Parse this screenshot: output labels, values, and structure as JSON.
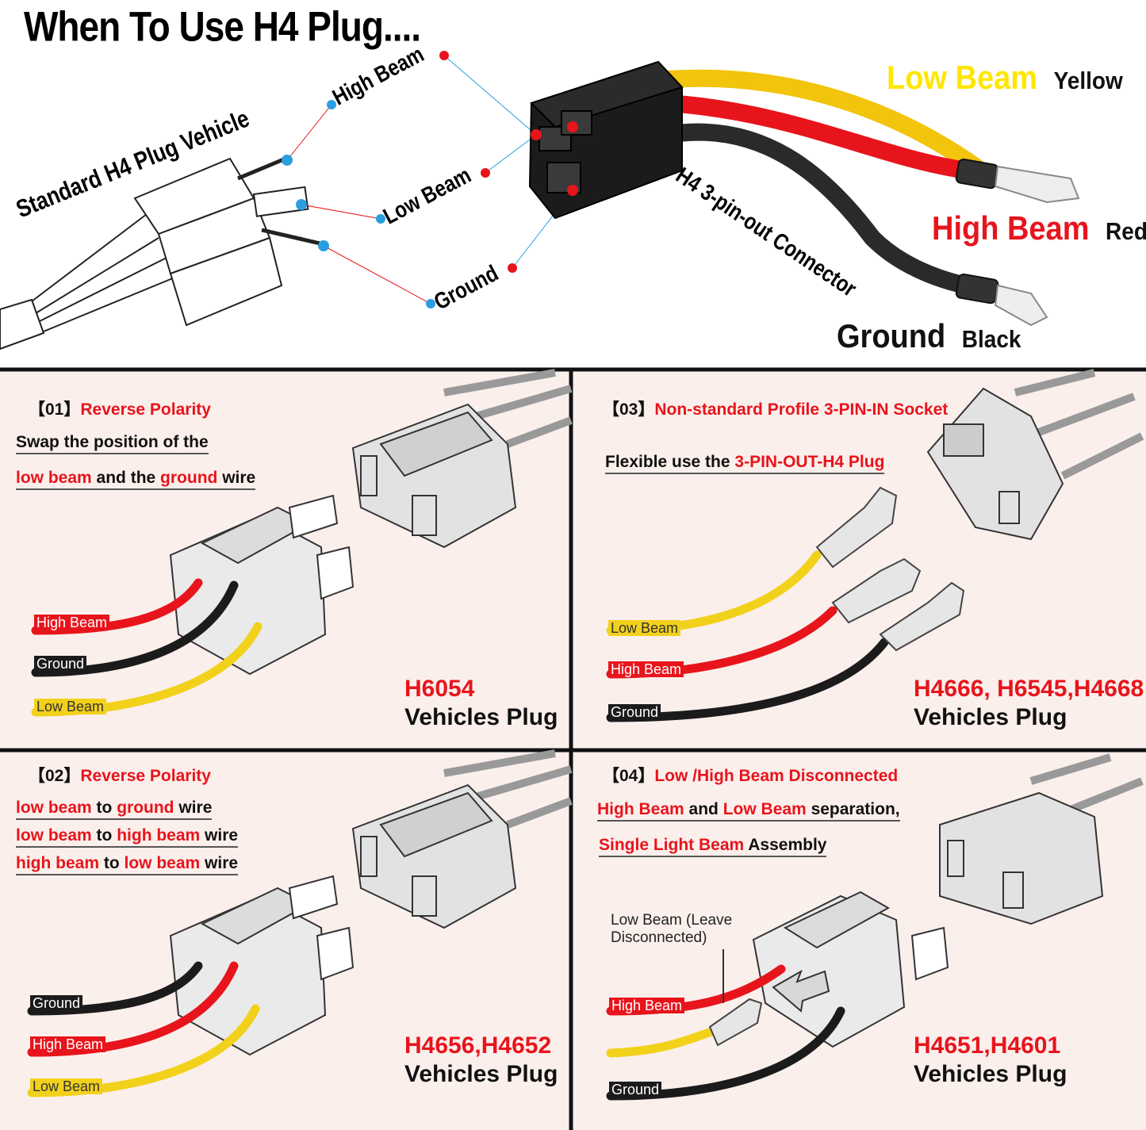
{
  "title": "When To Use H4 Plug....",
  "top": {
    "vehicle_label": "Standard H4 Plug Vehicle",
    "pin_labels": {
      "high": "High Beam",
      "low": "Low Beam",
      "ground": "Ground"
    },
    "connector_label": "H4  3-pin-out Connector",
    "wires": [
      {
        "name": "Low Beam",
        "color_name": "Yellow",
        "color": "#f2c40c"
      },
      {
        "name": "High Beam",
        "color_name": "Red",
        "color": "#e8141c"
      },
      {
        "name": "Ground",
        "color_name": "Black",
        "color": "#222222"
      }
    ]
  },
  "panels": [
    {
      "num": "【01】",
      "title": "Reverse Polarity",
      "lines": [
        [
          "Swap the position of the"
        ],
        [
          "low beam",
          " and the ",
          "ground",
          " wire"
        ]
      ],
      "wire_labels": [
        "High Beam",
        "Ground",
        "Low Beam"
      ],
      "model": "H6054",
      "plug": "Vehicles Plug"
    },
    {
      "num": "【03】",
      "title": "Non-standard Profile 3-PIN-IN Socket",
      "lines": [
        [
          "Flexible use the ",
          "3-PIN-OUT-H4 Plug"
        ]
      ],
      "wire_labels": [
        "Low Beam",
        "High Beam",
        "Ground"
      ],
      "model": "H4666, H6545,H4668",
      "plug": "Vehicles Plug"
    },
    {
      "num": "【02】",
      "title": "Reverse Polarity",
      "lines": [
        [
          "low beam",
          "  to ",
          "ground",
          " wire"
        ],
        [
          "low beam",
          " to ",
          "high beam",
          " wire"
        ],
        [
          "high beam",
          " to ",
          "low beam",
          " wire"
        ]
      ],
      "wire_labels": [
        "Ground",
        "High Beam",
        "Low Beam"
      ],
      "model": "H4656,H4652",
      "plug": "Vehicles Plug"
    },
    {
      "num": "【04】",
      "title": "Low /High Beam Disconnected",
      "lines": [
        [
          "High Beam",
          " and ",
          "Low Beam",
          " separation,"
        ],
        [
          "Single Light Beam",
          " Assembly"
        ]
      ],
      "note": [
        "Low Beam (Leave",
        "Disconnected)"
      ],
      "wire_labels": [
        "High Beam",
        "Ground"
      ],
      "model": "H4651,H4601",
      "plug": "Vehicles Plug"
    }
  ]
}
